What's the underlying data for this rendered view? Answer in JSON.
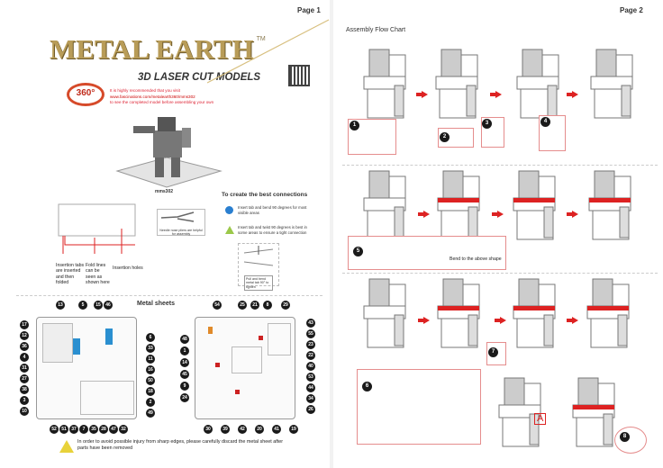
{
  "page1": {
    "page_label": "Page 1",
    "logo_text": "METAL EARTH",
    "trademark": "TM",
    "subtitle": "3D LASER CUT MODELS",
    "badge_360": "360°",
    "recommend_line1": "It is highly recommended that you visit",
    "recommend_url": "www.fascinations.com/metalearth360/mms302",
    "recommend_line2": "to see the completed model before assembling your own",
    "model_code": "mms302",
    "connections": {
      "title": "To create the best connections",
      "items": [
        {
          "icon": "blue-circle-icon",
          "color": "#2a7fd0",
          "text": "Insert tab and bend 90 degrees for most visible areas"
        },
        {
          "icon": "green-triangle-icon",
          "color": "#9bc84a",
          "text": "Insert tab and twist 90 degrees is best in some areas to ensure a tight connection"
        }
      ],
      "twist_note": "Pull and bend metal tab 90° to tighten"
    },
    "pliers_note": "Needle nose pliers are helpful for assembly",
    "tab_labels": {
      "insertion_tabs": "Insertion tabs are inserted and then folded",
      "fold_lines": "Fold lines can be seen as shown here",
      "insertion_holes": "Insertion holes"
    },
    "metal_sheets": {
      "title": "Metal sheets",
      "sheet1": {
        "top": [
          "13",
          "5",
          "15",
          "46"
        ],
        "left": [
          "17",
          "12",
          "36",
          "4",
          "31",
          "27",
          "38",
          "3",
          "10"
        ],
        "right": [
          "6",
          "33",
          "11",
          "16",
          "50",
          "18",
          "2",
          "49"
        ],
        "bottom": [
          "52",
          "51",
          "37",
          "7",
          "35",
          "28",
          "47",
          "32"
        ]
      },
      "sheet2": {
        "top": [
          "54",
          "25",
          "21",
          "8",
          "29"
        ],
        "left": [
          "48",
          "1",
          "14",
          "45",
          "9",
          "24"
        ],
        "right": [
          "43",
          "55",
          "23",
          "22",
          "40",
          "53",
          "44",
          "34",
          "26"
        ],
        "bottom": [
          "30",
          "39",
          "42",
          "20",
          "41",
          "19"
        ]
      }
    },
    "warning": "In order to avoid possible injury from sharp edges, please carefully discard the metal sheet after parts have been removed"
  },
  "page2": {
    "page_label": "Page 2",
    "title": "Assembly Flow Chart",
    "steps": [
      "1",
      "2",
      "3",
      "4",
      "5",
      "6",
      "7",
      "8"
    ],
    "bend_note": "Bend to the above shape",
    "marker_a": "A",
    "accent_color": "#d22222"
  }
}
